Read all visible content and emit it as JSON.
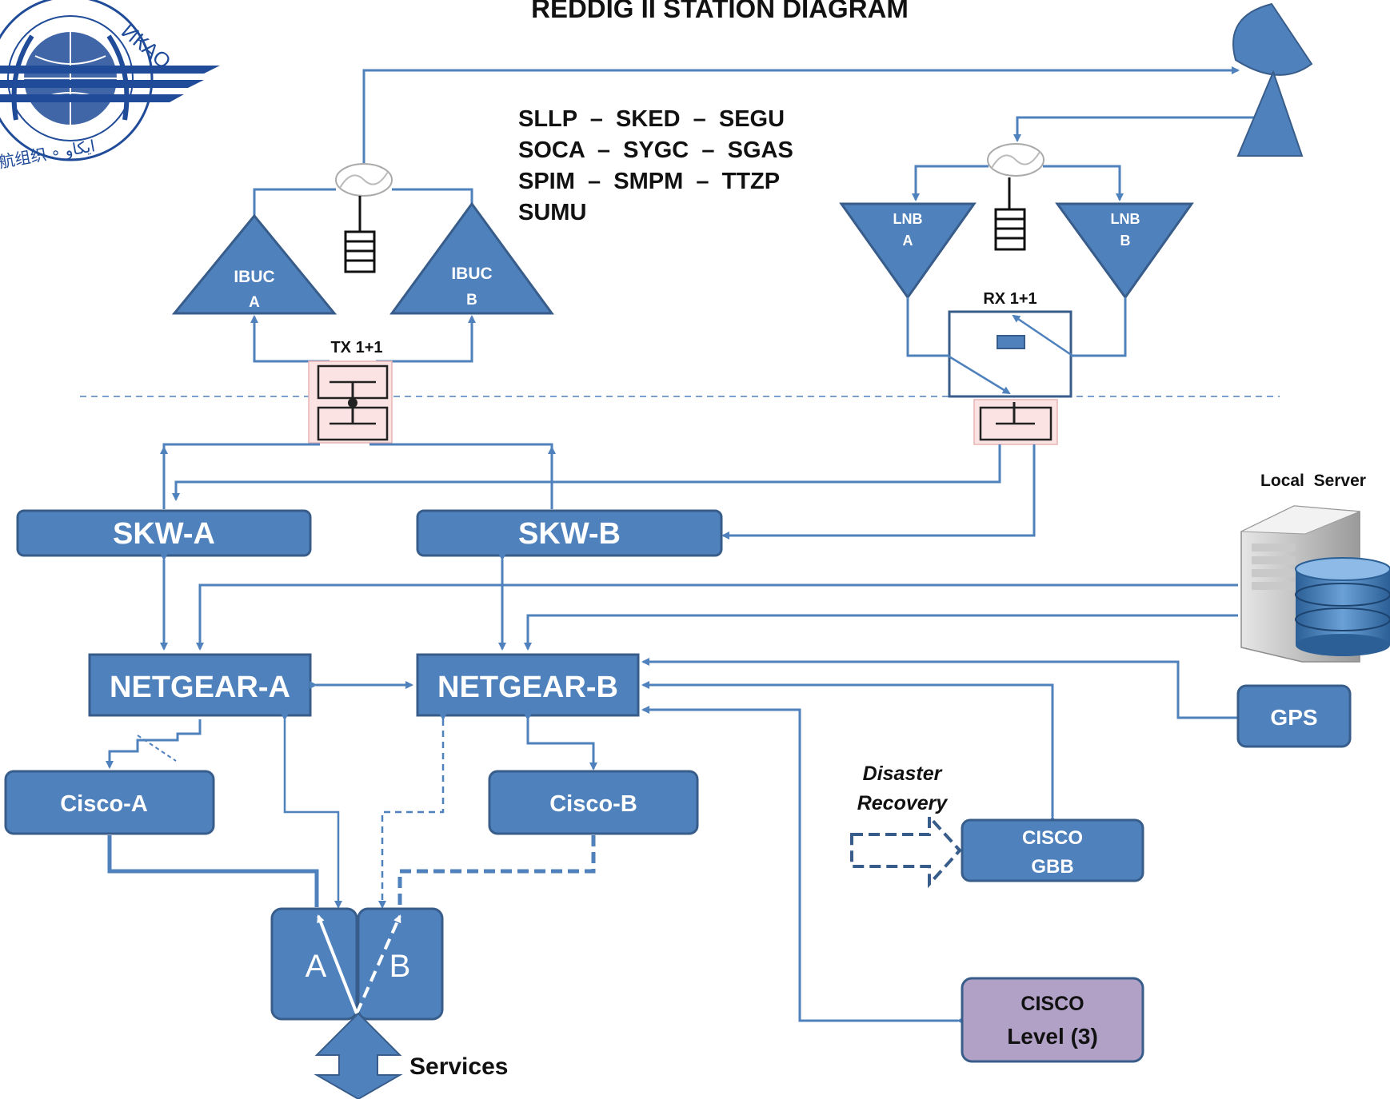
{
  "title": "REDDIG II STATION DIAGRAM",
  "logo": {
    "text_top": "ИКАО",
    "text_bottom": "航组织 ∘ ايكاو"
  },
  "stations": [
    "SLLP  –  SKED  –  SEGU",
    "SOCA  –  SYGC  –  SGAS",
    "SPIM  –  SMPM  –  TTZP",
    "SUMU"
  ],
  "ibuc_a": [
    "IBUC",
    "A"
  ],
  "ibuc_b": [
    "IBUC",
    "B"
  ],
  "lnb_a": [
    "LNB",
    "A"
  ],
  "lnb_b": [
    "LNB",
    "B"
  ],
  "tx_label": "TX 1+1",
  "rx_label": "RX 1+1",
  "skw_a": "SKW-A",
  "skw_b": "SKW-B",
  "netgear_a": "NETGEAR-A",
  "netgear_b": "NETGEAR-B",
  "cisco_a": "Cisco-A",
  "cisco_b": "Cisco-B",
  "gps": "GPS",
  "local_server": "Local  Server",
  "cisco_gbb": [
    "CISCO",
    "GBB"
  ],
  "cisco_l3": [
    "CISCO",
    "Level (3)"
  ],
  "disaster_recovery": [
    "Disaster",
    "Recovery"
  ],
  "switch_a": "A",
  "switch_b": "B",
  "services": "Services",
  "colors": {
    "box": "#4f81bd",
    "border": "#385d8a",
    "purple": "#b2a1c7",
    "line": "#4f81bd"
  }
}
